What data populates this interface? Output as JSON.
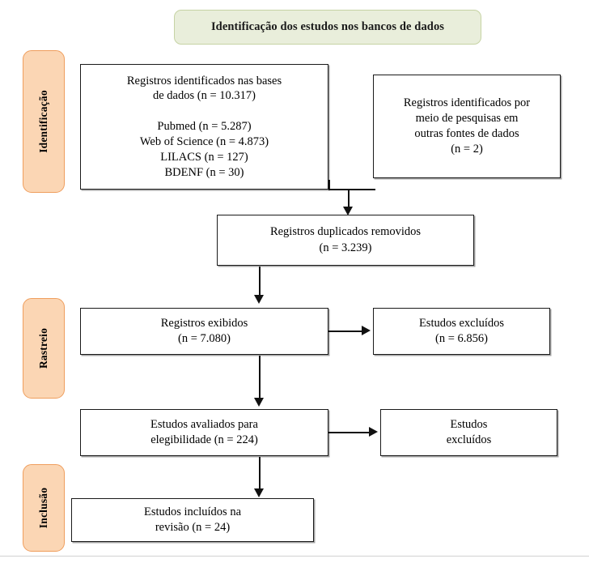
{
  "diagram": {
    "type": "prisma-flow-diagram",
    "header": {
      "title": "Identificação dos estudos nos bancos de dados",
      "fill_color": "#e9eedb",
      "border_color": "#c6d3a4"
    },
    "stages": [
      {
        "id": "identificacao",
        "label": "Identificação",
        "fill_color": "#fbd6b4",
        "border_color": "#ef9e5d"
      },
      {
        "id": "rastreio",
        "label": "Rastreio",
        "fill_color": "#fbd6b4",
        "border_color": "#ef9e5d"
      },
      {
        "id": "inclusao",
        "label": "Inclusão",
        "fill_color": "#fbd6b4",
        "border_color": "#ef9e5d"
      }
    ],
    "boxes": {
      "databases": "Registros identificados nas bases\nde dados (n = 10.317)\n\nPubmed (n = 5.287)\nWeb of Science (n = 4.873)\nLILACS (n = 127)\nBDENF (n = 30)",
      "other_sources": "Registros identificados por\nmeio de pesquisas em\noutras fontes de dados\n(n = 2)",
      "duplicates_removed": "Registros duplicados removidos\n(n = 3.239)",
      "screened": "Registros exibidos\n(n = 7.080)",
      "excluded_screening": "Estudos excluídos\n(n = 6.856)",
      "eligibility": "Estudos avaliados para\nelegibilidade (n = 224)",
      "excluded_eligibility": "Estudos\nexcluídos",
      "included": "Estudos incluídos na\nrevisão (n = 24)"
    },
    "counts": {
      "databases_total": "10.317",
      "pubmed": "5.287",
      "web_of_science": "4.873",
      "lilacs": "127",
      "bdenf": "30",
      "other_sources": "2",
      "duplicates_removed": "3.239",
      "screened": "7.080",
      "excluded_screening": "6.856",
      "eligibility": "224",
      "included": "24"
    }
  }
}
